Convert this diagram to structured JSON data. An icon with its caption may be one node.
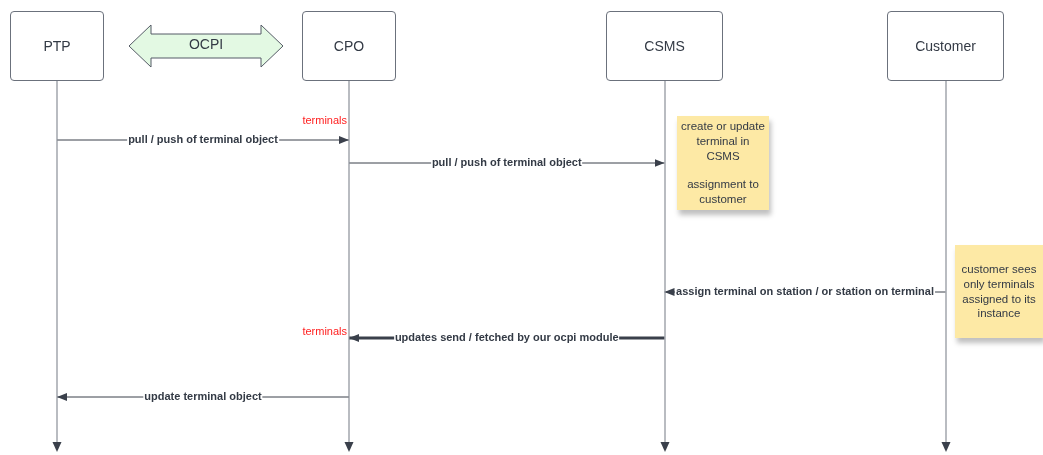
{
  "diagram": {
    "nodes": [
      {
        "text": [
          "PTP"
        ]
      },
      {
        "text": [
          "OCPI"
        ]
      },
      {
        "text": [
          "CPO"
        ]
      },
      {
        "text": [
          "CSMS"
        ]
      },
      {
        "text": [
          "Customer"
        ]
      },
      {
        "text": [],
        "shape": "line"
      },
      {
        "text": [],
        "shape": "line"
      },
      {
        "text": [],
        "shape": "line"
      },
      {
        "text": [],
        "shape": "line"
      },
      {
        "text": [
          "create or update terminal in CSMS",
          "assignment to customer"
        ]
      },
      {
        "text": [
          "customer sees only terminals assigned to its instance"
        ]
      }
    ],
    "edges": [
      {
        "from": 5,
        "to": 6,
        "arrow": "to",
        "label": "pull / push of terminal object"
      },
      {
        "from": 6,
        "to": 7,
        "arrow": "to",
        "label": "pull / push of terminal object"
      },
      {
        "from": 8,
        "to": 7,
        "arrow": "to",
        "label": "assign terminal on station / or station on terminal"
      },
      {
        "from": 7,
        "to": 6,
        "arrow": "to",
        "label": "updates send / fetched by our ocpi module",
        "style": "thick"
      },
      {
        "from": 6,
        "to": 5,
        "arrow": "to",
        "label": "update terminal object"
      }
    ],
    "labels": [
      "terminals",
      "terminals"
    ]
  }
}
